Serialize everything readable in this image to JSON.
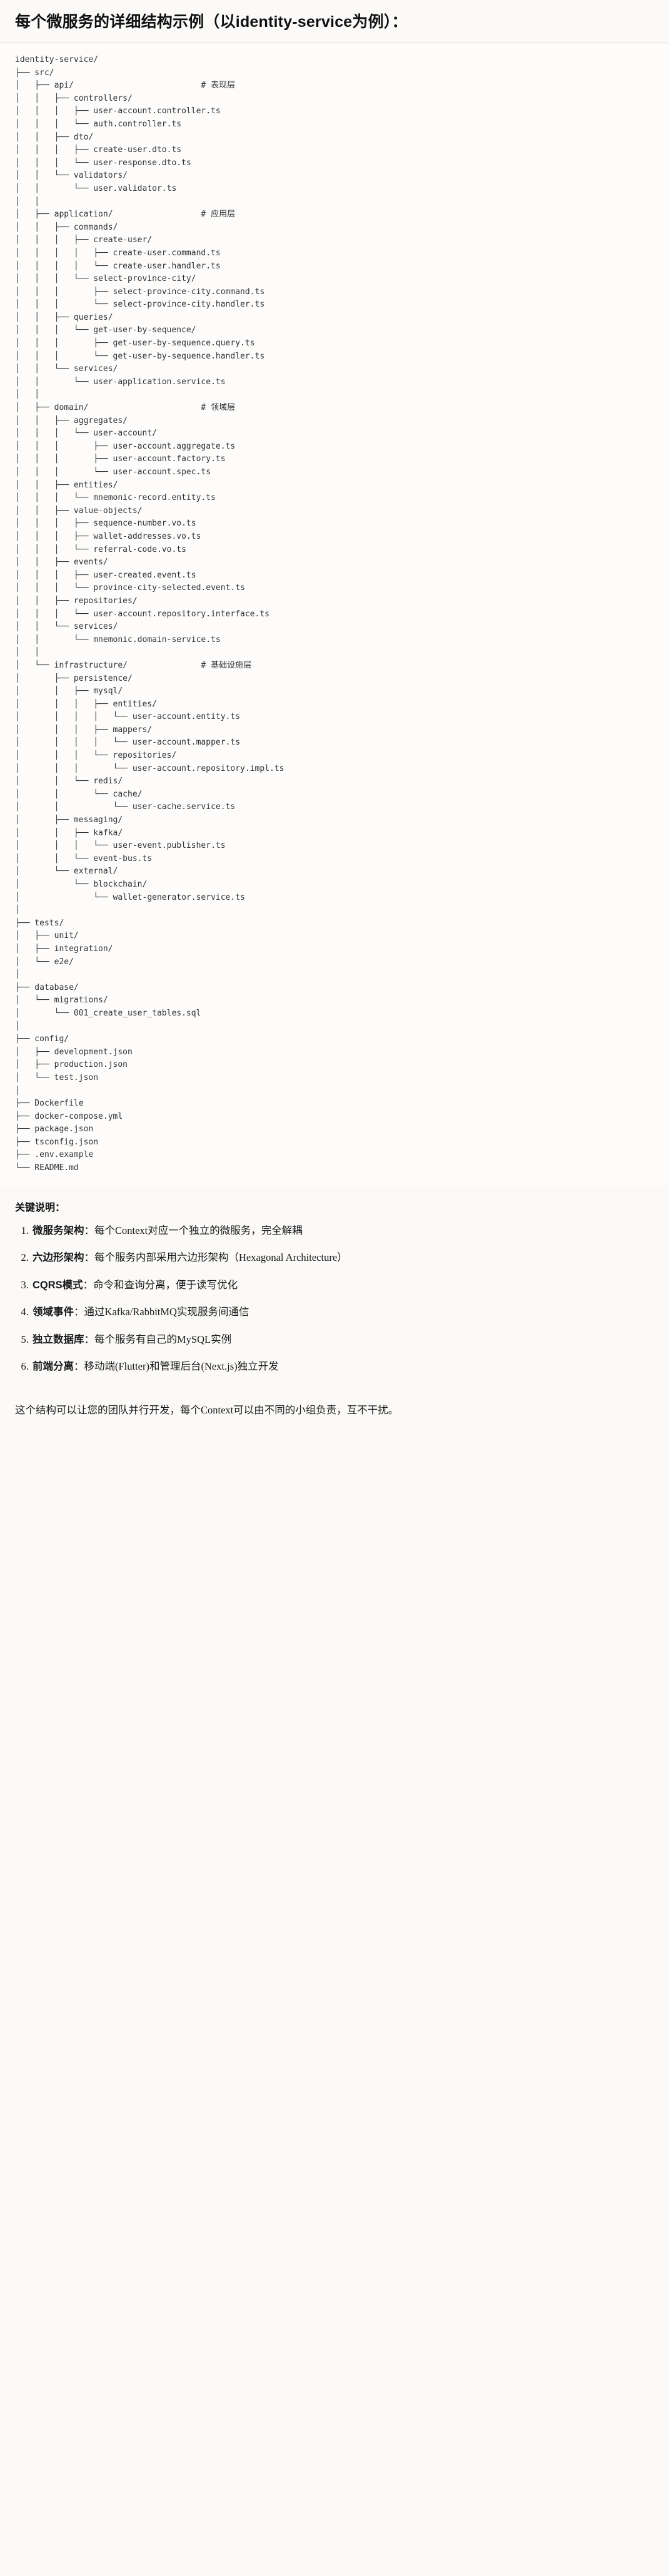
{
  "heading": "每个微服务的详细结构示例（以identity-service为例）：",
  "tree": {
    "root": "identity-service/",
    "text": "identity-service/\n├── src/\n│   ├── api/                          # 表现层\n│   │   ├── controllers/\n│   │   │   ├── user-account.controller.ts\n│   │   │   └── auth.controller.ts\n│   │   ├── dto/\n│   │   │   ├── create-user.dto.ts\n│   │   │   └── user-response.dto.ts\n│   │   └── validators/\n│   │       └── user.validator.ts\n│   │\n│   ├── application/                  # 应用层\n│   │   ├── commands/\n│   │   │   ├── create-user/\n│   │   │   │   ├── create-user.command.ts\n│   │   │   │   └── create-user.handler.ts\n│   │   │   └── select-province-city/\n│   │   │       ├── select-province-city.command.ts\n│   │   │       └── select-province-city.handler.ts\n│   │   ├── queries/\n│   │   │   └── get-user-by-sequence/\n│   │   │       ├── get-user-by-sequence.query.ts\n│   │   │       └── get-user-by-sequence.handler.ts\n│   │   └── services/\n│   │       └── user-application.service.ts\n│   │\n│   ├── domain/                       # 领域层\n│   │   ├── aggregates/\n│   │   │   └── user-account/\n│   │   │       ├── user-account.aggregate.ts\n│   │   │       ├── user-account.factory.ts\n│   │   │       └── user-account.spec.ts\n│   │   ├── entities/\n│   │   │   └── mnemonic-record.entity.ts\n│   │   ├── value-objects/\n│   │   │   ├── sequence-number.vo.ts\n│   │   │   ├── wallet-addresses.vo.ts\n│   │   │   └── referral-code.vo.ts\n│   │   ├── events/\n│   │   │   ├── user-created.event.ts\n│   │   │   └── province-city-selected.event.ts\n│   │   ├── repositories/\n│   │   │   └── user-account.repository.interface.ts\n│   │   └── services/\n│   │       └── mnemonic.domain-service.ts\n│   │\n│   └── infrastructure/               # 基础设施层\n│       ├── persistence/\n│       │   ├── mysql/\n│       │   │   ├── entities/\n│       │   │   │   └── user-account.entity.ts\n│       │   │   ├── mappers/\n│       │   │   │   └── user-account.mapper.ts\n│       │   │   └── repositories/\n│       │   │       └── user-account.repository.impl.ts\n│       │   └── redis/\n│       │       └── cache/\n│       │           └── user-cache.service.ts\n│       ├── messaging/\n│       │   ├── kafka/\n│       │   │   └── user-event.publisher.ts\n│       │   └── event-bus.ts\n│       └── external/\n│           └── blockchain/\n│               └── wallet-generator.service.ts\n│\n├── tests/\n│   ├── unit/\n│   ├── integration/\n│   └── e2e/\n│\n├── database/\n│   └── migrations/\n│       └── 001_create_user_tables.sql\n│\n├── config/\n│   ├── development.json\n│   ├── production.json\n│   └── test.json\n│\n├── Dockerfile\n├── docker-compose.yml\n├── package.json\n├── tsconfig.json\n├── .env.example\n└── README.md",
    "layer_comments": [
      {
        "path": "api/",
        "comment": "# 表现层"
      },
      {
        "path": "application/",
        "comment": "# 应用层"
      },
      {
        "path": "domain/",
        "comment": "# 领域层"
      },
      {
        "path": "infrastructure/",
        "comment": "# 基础设施层"
      }
    ]
  },
  "keypoints": {
    "title": "关键说明：",
    "items": [
      {
        "term": "微服务架构",
        "sep": "：",
        "desc": "每个Context对应一个独立的微服务，完全解耦"
      },
      {
        "term": "六边形架构",
        "sep": "：",
        "desc": "每个服务内部采用六边形架构（Hexagonal Architecture）"
      },
      {
        "term": "CQRS模式",
        "sep": "：",
        "desc": "命令和查询分离，便于读写优化"
      },
      {
        "term": "领域事件",
        "sep": "：",
        "desc": "通过Kafka/RabbitMQ实现服务间通信"
      },
      {
        "term": "独立数据库",
        "sep": "：",
        "desc": "每个服务有自己的MySQL实例"
      },
      {
        "term": "前端分离",
        "sep": "：",
        "desc": "移动端(Flutter)和管理后台(Next.js)独立开发"
      }
    ]
  },
  "closing_note": "这个结构可以让您的团队并行开发，每个Context可以由不同的小组负责，互不干扰。",
  "colors": {
    "page_bg": "#fbfaf8",
    "code_bg": "#fdfcfa",
    "text": "#1a1a1a",
    "code_text": "#2f3337",
    "rule": "#e6e3de"
  }
}
